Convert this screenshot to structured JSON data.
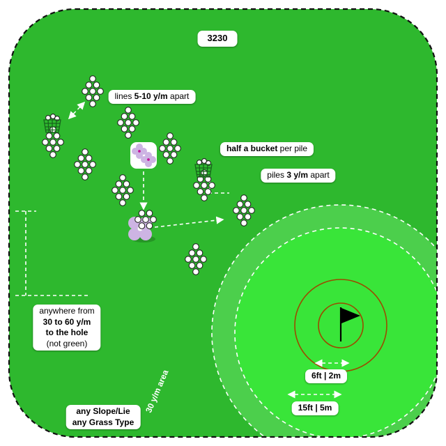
{
  "labels": {
    "badge": "3230",
    "lines_apart": {
      "pre": "lines ",
      "bold": "5-10 y/m",
      "post": " apart"
    },
    "half_bucket": {
      "bold": "half a bucket",
      "post": " per pile"
    },
    "piles_apart": {
      "pre": "piles ",
      "bold": "3 y/m",
      "post": " apart"
    },
    "anywhere": {
      "l1": "anywhere from",
      "l2": "30 to 60 y/m",
      "l3": "to the hole",
      "l4": "(not green)"
    },
    "slope": {
      "l1": "any Slope/Lie",
      "l2": "any Grass Type"
    },
    "area_band": "30 y/m area",
    "dist_small": "6ft | 2m",
    "dist_large": "15ft | 5m"
  },
  "colors": {
    "field_green": "#2eb82e",
    "green_circle": "#39e539",
    "band_green": "#4ccf4c",
    "hole_ring": "#9c4a00",
    "basket_green": "#17641c",
    "flower_purple": "#cdb4e3",
    "flower_dot": "#c2179b",
    "label_bg": "#ffffff",
    "label_text": "#000000",
    "arrow_white": "#ffffff",
    "border_black": "#111111"
  }
}
